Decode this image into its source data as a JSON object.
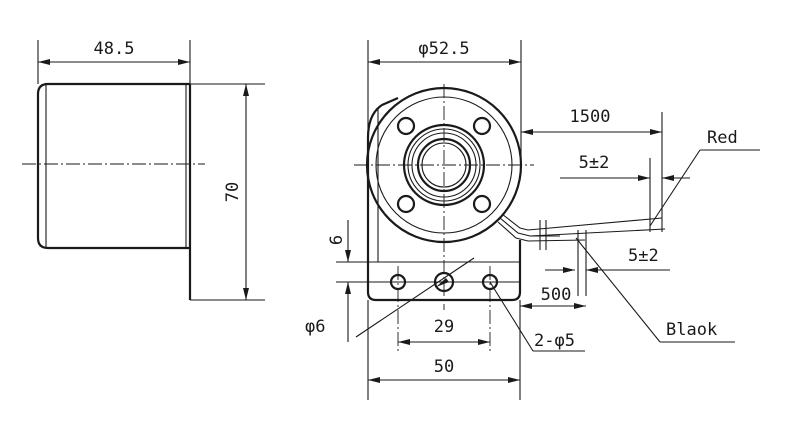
{
  "labels": {
    "side_width": "48.5",
    "side_height": "70",
    "diameter": "φ52.5",
    "lead_length": "1500",
    "red_strip": "5±2",
    "black_strip": "5±2",
    "red_wire": "Red",
    "black_wire": "Blaok",
    "plate_thickness": "6",
    "center_hole": "φ6",
    "hole_spacing": "29",
    "mount_holes": "2-φ5",
    "sleeve_length": "500",
    "base_width": "50"
  }
}
